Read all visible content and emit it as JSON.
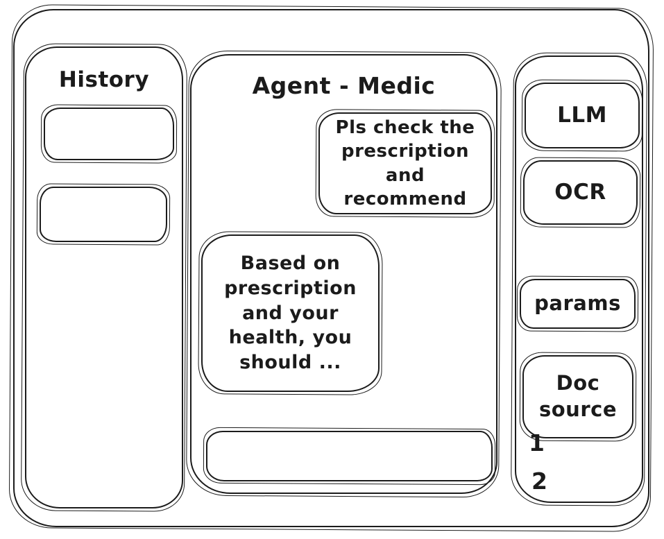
{
  "history": {
    "title": "History",
    "items": [
      {
        "label": ""
      },
      {
        "label": ""
      }
    ]
  },
  "chat": {
    "title": "Agent - Medic",
    "messages": [
      {
        "role": "user",
        "text": "Pls check the prescription and recommend"
      },
      {
        "role": "assistant",
        "text": "Based on prescription and your health, you should ..."
      }
    ],
    "input": {
      "value": "",
      "placeholder": ""
    }
  },
  "tools": {
    "buttons": [
      {
        "label": "LLM"
      },
      {
        "label": "OCR"
      },
      {
        "label": "params"
      },
      {
        "label": "Doc source"
      }
    ],
    "doc_source_items": [
      "1",
      "2"
    ]
  },
  "colors": {
    "ink": "#1b1b1b",
    "background": "#ffffff"
  }
}
